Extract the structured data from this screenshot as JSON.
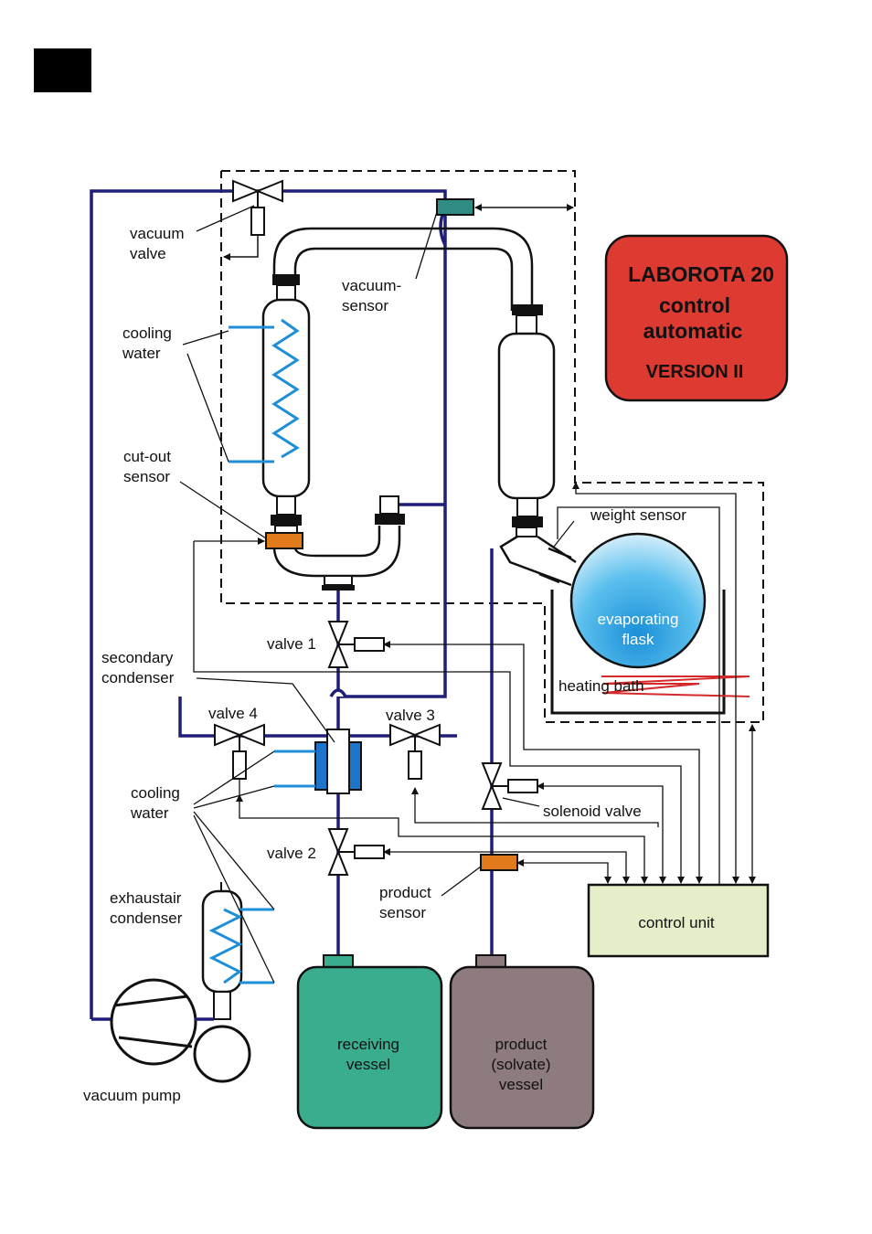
{
  "header": {
    "block_color": "#000000"
  },
  "title_box": {
    "line1": "LABOROTA 20",
    "line2": "control",
    "line3": "automatic",
    "line4": "VERSION II",
    "color": "#dd3a31"
  },
  "labels": {
    "vacuum_valve_1": "vacuum",
    "vacuum_valve_2": "valve",
    "vacuum_sensor_1": "vacuum-",
    "vacuum_sensor_2": "sensor",
    "cooling_water_top_1": "cooling",
    "cooling_water_top_2": "water",
    "cutout_sensor_1": "cut-out",
    "cutout_sensor_2": "sensor",
    "weight_sensor": "weight sensor",
    "evaporating_flask_1": "evaporating",
    "evaporating_flask_2": "flask",
    "heating_bath": "heating bath",
    "valve1": "valve 1",
    "secondary_condenser_1": "secondary",
    "secondary_condenser_2": "condenser",
    "valve4": "valve 4",
    "valve3": "valve 3",
    "cooling_water_mid_1": "cooling",
    "cooling_water_mid_2": "water",
    "solenoid_valve": "solenoid valve",
    "valve2": "valve 2",
    "product_sensor_1": "product",
    "product_sensor_2": "sensor",
    "exhaust_condenser_1": "exhaustair",
    "exhaust_condenser_2": "condenser",
    "control_unit": "control unit",
    "receiving_vessel_1": "receiving",
    "receiving_vessel_2": "vessel",
    "product_vessel_1": "product",
    "product_vessel_2": "(solvate)",
    "product_vessel_3": "vessel",
    "vacuum_pump": "vacuum pump"
  },
  "colors": {
    "vacuum_line": "#1f1f7a",
    "cooling_water": "#1e8fd6",
    "sensor_orange": "#e07a1a",
    "vacuum_sensor": "#2f8c84",
    "receiving_vessel": "#3aad8f",
    "product_vessel": "#8e7b7d",
    "control_unit": "#e4efc9",
    "heating_coil": "#d42a2a",
    "flask_blue": "#1fa0e0"
  }
}
